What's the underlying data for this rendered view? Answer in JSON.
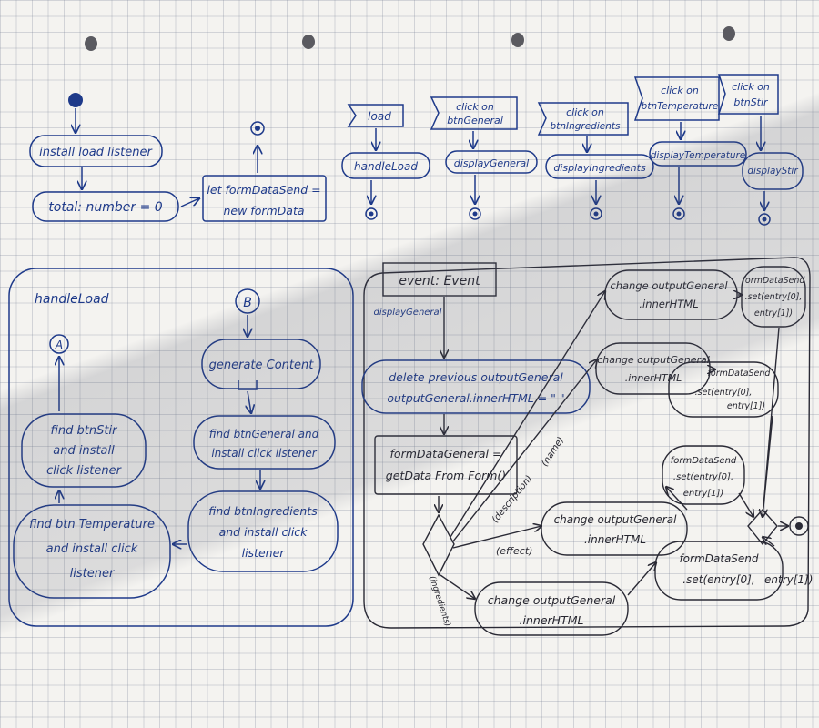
{
  "colors": {
    "blue_ink": "#1e3a8a",
    "black_ink": "#2a2a35",
    "paper": "#f4f3f0"
  },
  "init": {
    "install_listener": "install load listener",
    "total_init": "total: number = 0",
    "form_data": [
      "let formDataSend =",
      "new formData"
    ]
  },
  "events": [
    {
      "trigger": [
        "load"
      ],
      "handler": [
        "handleLoad"
      ]
    },
    {
      "trigger": [
        "click on",
        "btnGeneral"
      ],
      "handler": [
        "displayGeneral"
      ]
    },
    {
      "trigger": [
        "click on",
        "btnIngredients"
      ],
      "handler": [
        "displayIngredients"
      ]
    },
    {
      "trigger": [
        "click on",
        "btnTemperature"
      ],
      "handler": [
        "displayTemperature"
      ]
    },
    {
      "trigger": [
        "click on",
        "btnStir"
      ],
      "handler": [
        "displayStir"
      ]
    }
  ],
  "handle_load": {
    "title": "handleLoad",
    "connector_a": "A",
    "connector_b": "B",
    "generate": "generate Content",
    "find_general": [
      "find btnGeneral and",
      "install click listener"
    ],
    "find_ingredients": [
      "find btnIngredients",
      "and install click",
      "listener"
    ],
    "find_temperature": [
      "find btn Temperature",
      "and install click",
      "listener"
    ],
    "find_stir": [
      "find btnStir",
      "and install",
      "click listener"
    ]
  },
  "display_general": {
    "event": "event: Event",
    "label": "displayGeneral",
    "delete": [
      "delete previous outputGeneral",
      "outputGeneral.innerHTML = \" \""
    ],
    "get_data": [
      "formDataGeneral =",
      "getData From Form()"
    ],
    "guards": [
      "(name)",
      "(description)",
      "(effect)",
      "(ingredients)"
    ],
    "change_general": [
      "change outputGeneral",
      ".innerHTML"
    ],
    "form_data_send": [
      "formDataSend",
      ".set(entry[0],",
      "entry[1])"
    ]
  }
}
